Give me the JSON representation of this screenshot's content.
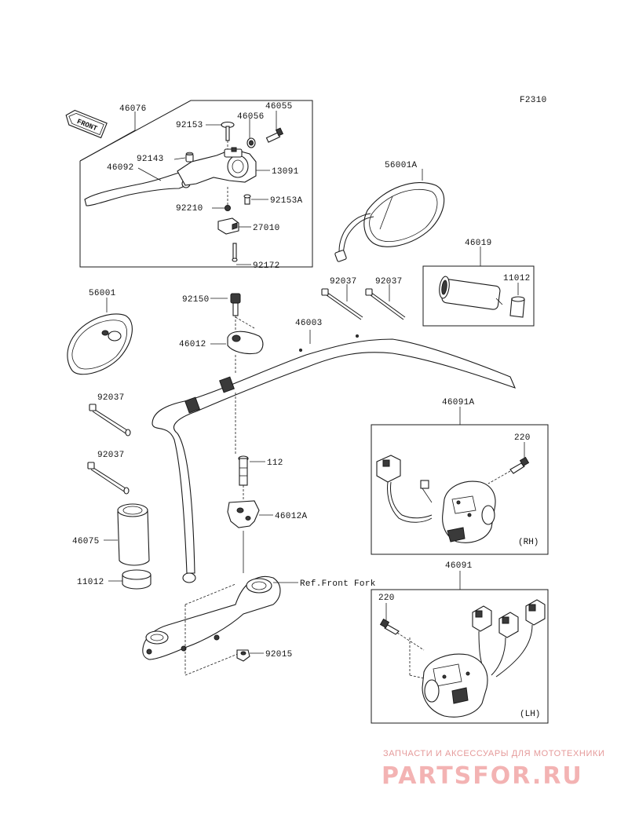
{
  "figure_code": "F2310",
  "front_arrow": "FRONT",
  "reference_note": "Ref.Front Fork",
  "switch_sides": {
    "right": "(RH)",
    "left": "(LH)"
  },
  "parts": {
    "p46076": "46076",
    "p46055": "46055",
    "p46056": "46056",
    "p92153": "92153",
    "p92143": "92143",
    "p13091": "13091",
    "p46092": "46092",
    "p92153A": "92153A",
    "p92210": "92210",
    "p27010": "27010",
    "p92172": "92172",
    "p56001A": "56001A",
    "p46019": "46019",
    "p11012_top": "11012",
    "p56001": "56001",
    "p92150": "92150",
    "p92037_a": "92037",
    "p92037_b": "92037",
    "p46003": "46003",
    "p46012": "46012",
    "p92037_c": "92037",
    "p46091A": "46091A",
    "p220_rh": "220",
    "p92037_d": "92037",
    "p112": "112",
    "p46012A": "46012A",
    "p46075": "46075",
    "p11012_bottom": "11012",
    "p46091": "46091",
    "p220_lh": "220",
    "p92015": "92015"
  },
  "watermark": {
    "subtitle": "ЗАПЧАСТИ И АКСЕССУАРЫ ДЛЯ МОТОТЕХНИКИ",
    "logo": "PARTSFOR.RU"
  }
}
